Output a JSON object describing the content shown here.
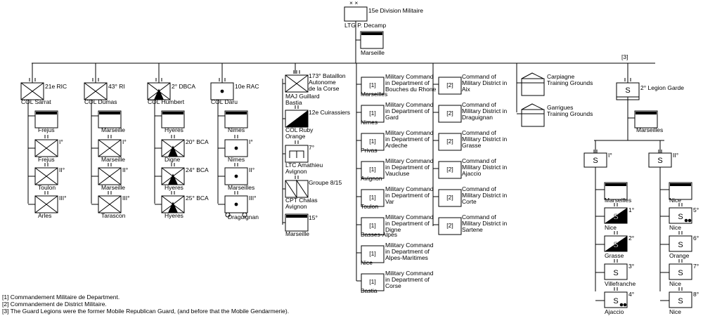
{
  "hq": {
    "name": "15e Division Militaire",
    "commander": "LTG P. Decamp",
    "location": "Marseille",
    "marker": "[3]"
  },
  "columns": [
    {
      "name": "21e RIC",
      "commander": "COL Sarrat",
      "hq_loc": "Frejus",
      "type": "infantry",
      "subs": [
        {
          "label": "I°",
          "loc": "Frejus",
          "type": "infantry"
        },
        {
          "label": "II°",
          "loc": "Toulon",
          "type": "infantry"
        },
        {
          "label": "III°",
          "loc": "Arles",
          "type": "infantry"
        }
      ]
    },
    {
      "name": "43° RI",
      "commander": "COL Dumas",
      "hq_loc": "Marseille",
      "type": "infantry",
      "subs": [
        {
          "label": "I°",
          "loc": "Marseille",
          "type": "infantry"
        },
        {
          "label": "II°",
          "loc": "Marseille",
          "type": "infantry"
        },
        {
          "label": "III°",
          "loc": "Tarascon",
          "type": "infantry"
        }
      ]
    },
    {
      "name": "2° DBCA",
      "commander": "COL Humbert",
      "hq_loc": "Hyeres",
      "type": "mountain",
      "subs": [
        {
          "label": "20° BCA",
          "loc": "Digne",
          "type": "mountain"
        },
        {
          "label": "24° BCA",
          "loc": "Hyeres",
          "type": "mountain"
        },
        {
          "label": "25° BCA",
          "loc": "Hyeres",
          "type": "mountain"
        }
      ]
    },
    {
      "name": "10e RAC",
      "commander": "COL Daru",
      "hq_loc": "Nimes",
      "type": "artillery",
      "subs": [
        {
          "label": "I°",
          "loc": "Nimes",
          "type": "artillery"
        },
        {
          "label": "II°",
          "loc": "Marseilles",
          "type": "artillery"
        },
        {
          "label": "III°",
          "loc": "Draguignan",
          "type": "towed"
        }
      ]
    }
  ],
  "corsica_column": [
    {
      "name": "173° Bataillon Autonome de la Corse",
      "commander": "MAJ Guillard",
      "loc": "Bastia",
      "type": "infantry"
    },
    {
      "name": "12e Cuirassiers",
      "commander": "COL Ruby",
      "loc": "Orange",
      "type": "armor"
    },
    {
      "name": "7°",
      "commander": "LTC Amathieu",
      "loc": "Avignon",
      "type": "engineer"
    },
    {
      "name": "Groupe 8/15",
      "commander": "CPT Chalas",
      "loc": "Avignon",
      "type": "signals"
    },
    {
      "name": "15°",
      "commander": "",
      "loc": "Marseille",
      "type": "hq"
    }
  ],
  "departments": [
    {
      "tag": "[1]",
      "lines": [
        "Military Command",
        "in Department of",
        "Bouches du Rhone"
      ],
      "loc": "Marseilles"
    },
    {
      "tag": "[1]",
      "lines": [
        "Military Command",
        "in Department of",
        "Gard"
      ],
      "loc": "Nimes"
    },
    {
      "tag": "[1]",
      "lines": [
        "Military Command",
        "in Department of",
        "Ardeche"
      ],
      "loc": "Privas"
    },
    {
      "tag": "[1]",
      "lines": [
        "Military Command",
        "in Department of",
        "Vaucluse"
      ],
      "loc": "Avignon"
    },
    {
      "tag": "[1]",
      "lines": [
        "Military Command",
        "in Department of",
        "Var"
      ],
      "loc": "Toulon"
    },
    {
      "tag": "[1]",
      "lines": [
        "Military Command",
        "in Department of",
        "Digne"
      ],
      "loc": "Basses-Alpes"
    },
    {
      "tag": "[1]",
      "lines": [
        "Military Command",
        "in Department of",
        "Alpes-Maritimes"
      ],
      "loc": "Nice"
    },
    {
      "tag": "[1]",
      "lines": [
        "Military Command",
        "in Department of",
        "Corse"
      ],
      "loc": "Bastia"
    }
  ],
  "districts": [
    {
      "tag": "[2]",
      "lines": [
        "Command of",
        "Military District in",
        "Aix"
      ]
    },
    {
      "tag": "[2]",
      "lines": [
        "Command of",
        "Military District in",
        "Draguignan"
      ]
    },
    {
      "tag": "[2]",
      "lines": [
        "Command of",
        "Military District in",
        "Grasse"
      ]
    },
    {
      "tag": "[2]",
      "lines": [
        "Command of",
        "Military District in",
        "Ajaccio"
      ]
    },
    {
      "tag": "[2]",
      "lines": [
        "Command of",
        "Military District in",
        "Corte"
      ]
    },
    {
      "tag": "[2]",
      "lines": [
        "Command of",
        "Military District in",
        "Sartene"
      ]
    }
  ],
  "training": [
    {
      "lines": [
        "Carpiagne",
        "Training Grounds"
      ]
    },
    {
      "lines": [
        "Garrigues",
        "Training Grounds"
      ]
    }
  ],
  "legion": {
    "name": "2° Legion Garde",
    "marker": "[3]",
    "loc": "Marseilles",
    "symbol": "S",
    "groups": [
      {
        "label": "I°",
        "hq_loc": "Marseilles",
        "subs": [
          {
            "label": "1°",
            "loc": "Nice",
            "style": "half"
          },
          {
            "label": "2°",
            "loc": "Grasse",
            "style": "half"
          },
          {
            "label": "3°",
            "loc": "Villefranche",
            "style": "plain"
          },
          {
            "label": "4°",
            "loc": "Ajaccio",
            "style": "wheels"
          }
        ]
      },
      {
        "label": "II°",
        "hq_loc": "Nice",
        "subs": [
          {
            "label": "5°",
            "loc": "Nice",
            "style": "wheels"
          },
          {
            "label": "6°",
            "loc": "Orange",
            "style": "plain"
          },
          {
            "label": "7°",
            "loc": "Nice",
            "style": "plain"
          },
          {
            "label": "8°",
            "loc": "Nice",
            "style": "plain"
          }
        ]
      }
    ]
  },
  "footnotes": [
    "[1] Commandement Militaire de Department.",
    "[2] Commandement de District Militaire.",
    "[3] The Guard Legions were the former Mobile Republican Guard, (and before that the Mobile Gendarmerie)."
  ]
}
